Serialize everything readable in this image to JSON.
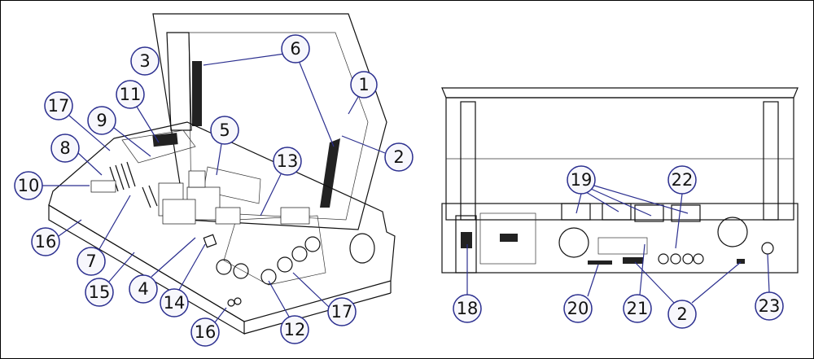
{
  "figure": {
    "front_view_callouts": [
      "1",
      "2",
      "3",
      "4",
      "5",
      "6",
      "7",
      "8",
      "9",
      "10",
      "11",
      "12",
      "13",
      "14",
      "15",
      "16",
      "16",
      "17",
      "17"
    ],
    "rear_view_callouts": [
      "18",
      "19",
      "20",
      "21",
      "2",
      "22",
      "23"
    ]
  },
  "colors": {
    "callout_stroke": "#2b2f8f",
    "callout_fill": "#f7f7fc",
    "line_art": "#111111"
  }
}
